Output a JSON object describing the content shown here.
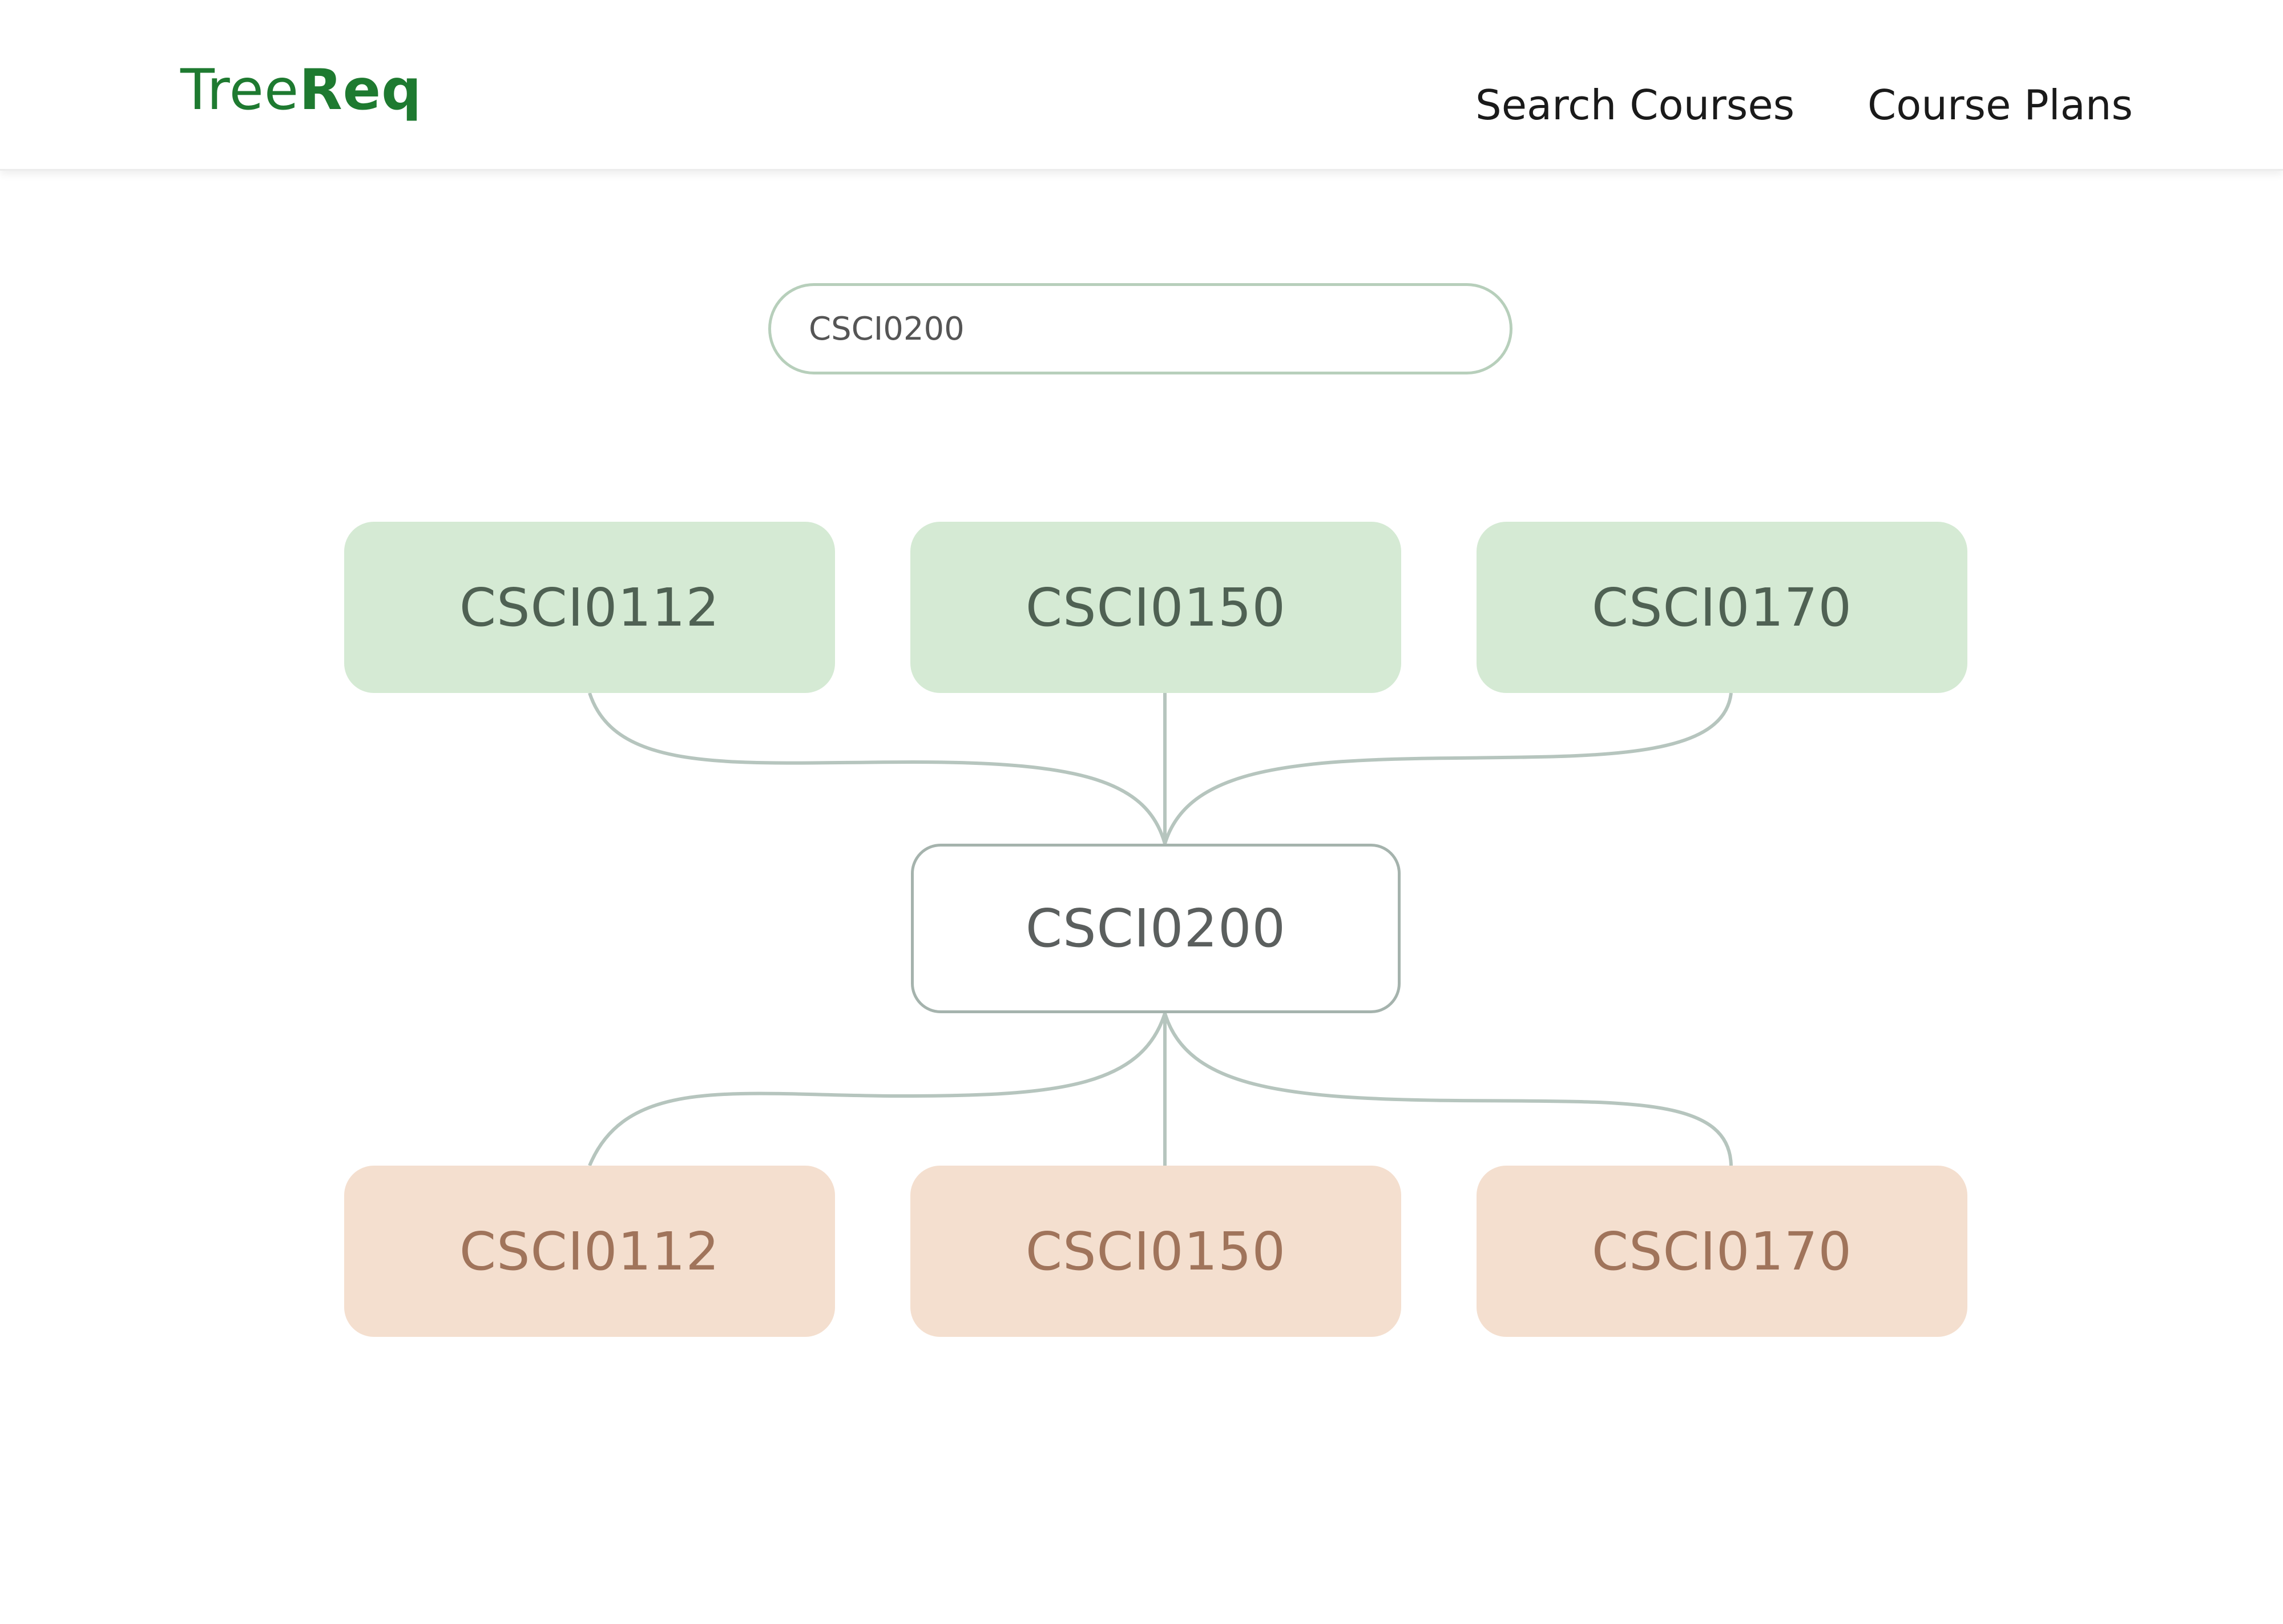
{
  "header": {
    "logo": {
      "light": "Tree",
      "bold": "Req",
      "color": "#1e7a30"
    },
    "nav": {
      "search_courses": "Search Courses",
      "course_plans": "Course Plans"
    }
  },
  "search": {
    "value": "CSCI0200"
  },
  "graph": {
    "prerequisites": [
      {
        "label": "CSCI0112"
      },
      {
        "label": "CSCI0150"
      },
      {
        "label": "CSCI0170"
      }
    ],
    "current": {
      "label": "CSCI0200"
    },
    "unlocks": [
      {
        "label": "CSCI0112"
      },
      {
        "label": "CSCI0150"
      },
      {
        "label": "CSCI0170"
      }
    ],
    "colors": {
      "prerequisite_fill": "#d5ead4",
      "prerequisite_text": "#4f6153",
      "unlock_fill": "#f4dfcf",
      "unlock_text": "#a0745b",
      "current_border": "#a5b3ad",
      "connector": "#b6c5be"
    }
  }
}
